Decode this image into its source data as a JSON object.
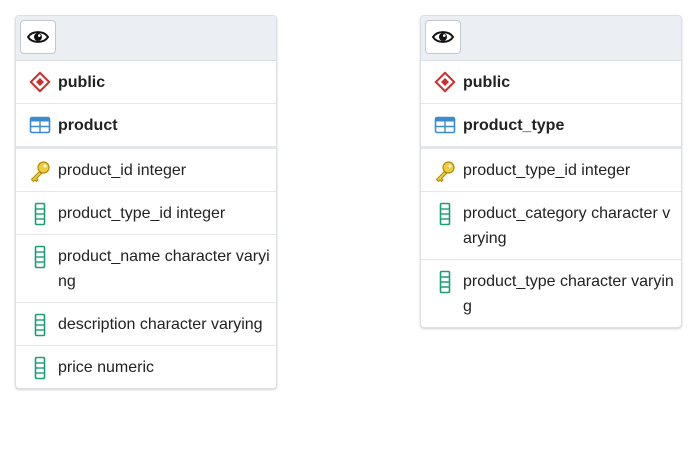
{
  "tables": [
    {
      "schema": "public",
      "name": "product",
      "columns": [
        {
          "label": "product_id integer",
          "icon": "primary-key-icon"
        },
        {
          "label": "product_type_id integer",
          "icon": "column-icon"
        },
        {
          "label": "product_name character varying",
          "icon": "column-icon"
        },
        {
          "label": "description character varying",
          "icon": "column-icon"
        },
        {
          "label": "price numeric",
          "icon": "column-icon"
        }
      ]
    },
    {
      "schema": "public",
      "name": "product_type",
      "columns": [
        {
          "label": "product_type_id integer",
          "icon": "primary-key-icon"
        },
        {
          "label": "product_category character varying",
          "icon": "column-icon"
        },
        {
          "label": "product_type character varying",
          "icon": "column-icon"
        }
      ]
    }
  ],
  "colors": {
    "schema_icon": "#c9302c",
    "table_icon": "#3c8dce",
    "key_icon": "#e0b416",
    "column_icon": "#1a9e7a"
  }
}
